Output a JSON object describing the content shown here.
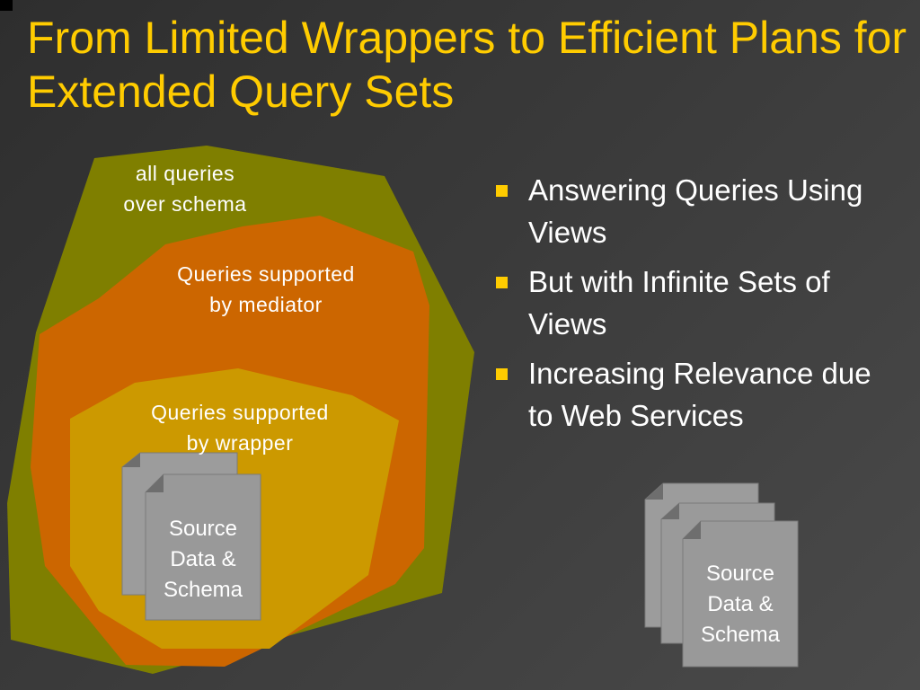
{
  "slide": {
    "title": "From Limited Wrappers to Efficient Plans for Extended Query Sets"
  },
  "diagram": {
    "outer_label": "all queries\nover schema",
    "middle_label": "Queries supported\nby mediator",
    "inner_label": "Queries supported\nby wrapper",
    "inner_doc_label": "Source\nData &\nSchema",
    "colors": {
      "outer": "#7f7f00",
      "middle": "#cc6600",
      "inner": "#cc9900",
      "document": "#999999"
    }
  },
  "bullets": [
    {
      "text": "Answering Queries Using Views"
    },
    {
      "text": "But with Infinite Sets of Views"
    },
    {
      "text": "Increasing Relevance due to Web Services"
    }
  ],
  "right_document": {
    "label": "Source\nData &\nSchema"
  },
  "theme": {
    "title_color": "#ffcc00",
    "bullet_color": "#ffcc00",
    "text_color": "#ffffff"
  }
}
